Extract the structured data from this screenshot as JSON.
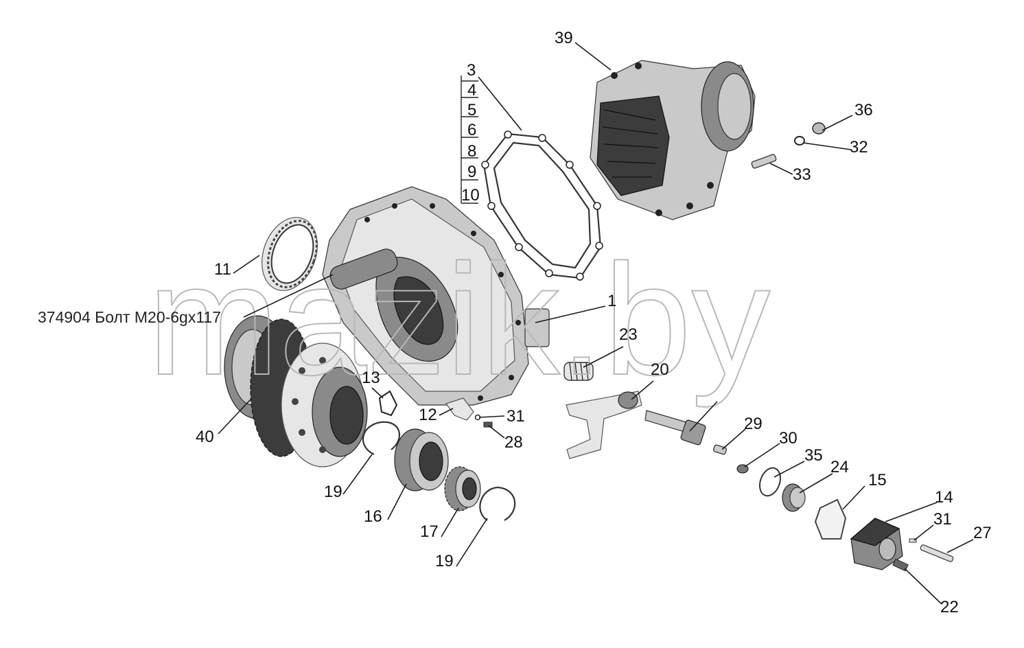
{
  "watermark": "mazik.by",
  "bolt_note": "374904 Болт М20-6gх117",
  "callouts": {
    "c1": "1",
    "c3": "3",
    "c4": "4",
    "c5": "5",
    "c6": "6",
    "c8": "8",
    "c9": "9",
    "c10": "10",
    "c11": "11",
    "c12": "12",
    "c13": "13",
    "c14": "14",
    "c15": "15",
    "c16": "16",
    "c17": "17",
    "c19a": "19",
    "c19b": "19",
    "c20": "20",
    "c22": "22",
    "c23": "23",
    "c24": "24",
    "c27": "27",
    "c28": "28",
    "c29": "29",
    "c30": "30",
    "c31a": "31",
    "c31b": "31",
    "c32": "32",
    "c33": "33",
    "c35": "35",
    "c36": "36",
    "c39": "39",
    "c40": "40"
  }
}
